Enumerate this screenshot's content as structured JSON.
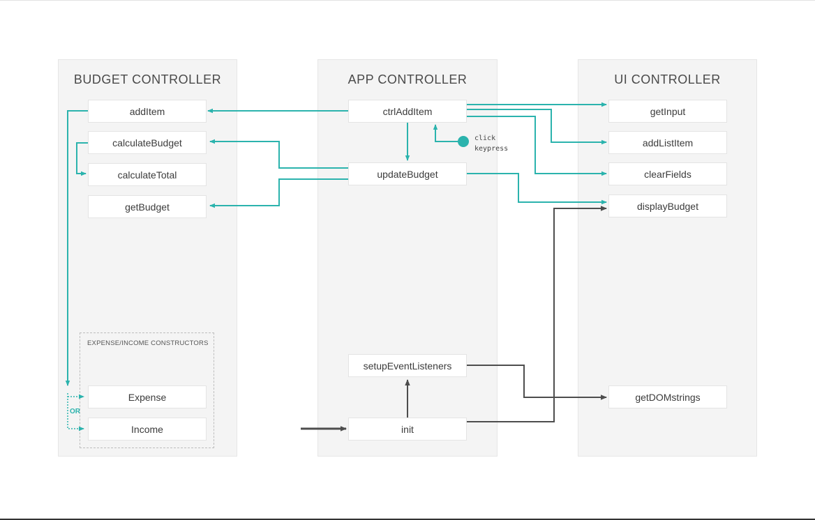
{
  "panels": {
    "budget": {
      "title": "BUDGET CONTROLLER"
    },
    "app": {
      "title": "APP CONTROLLER"
    },
    "ui": {
      "title": "UI CONTROLLER"
    }
  },
  "budget_nodes": {
    "add_item": "addItem",
    "calculate_budget": "calculateBudget",
    "calculate_total": "calculateTotal",
    "get_budget": "getBudget",
    "expense": "Expense",
    "income": "Income"
  },
  "constructors": {
    "label": "EXPENSE/INCOME CONSTRUCTORS",
    "or": "OR"
  },
  "app_nodes": {
    "ctrl_add_item": "ctrlAddItem",
    "update_budget": "updateBudget",
    "setup_event_listeners": "setupEventListeners",
    "init": "init"
  },
  "event": {
    "line1": "click",
    "line2": "keypress"
  },
  "ui_nodes": {
    "get_input": "getInput",
    "add_list_item": "addListItem",
    "clear_fields": "clearFields",
    "display_budget": "displayBudget",
    "get_dom_strings": "getDOMstrings"
  },
  "colors": {
    "accent": "#2bb3ad",
    "dark_arrow": "#4d4d4d",
    "panel_bg": "#f4f4f4"
  }
}
